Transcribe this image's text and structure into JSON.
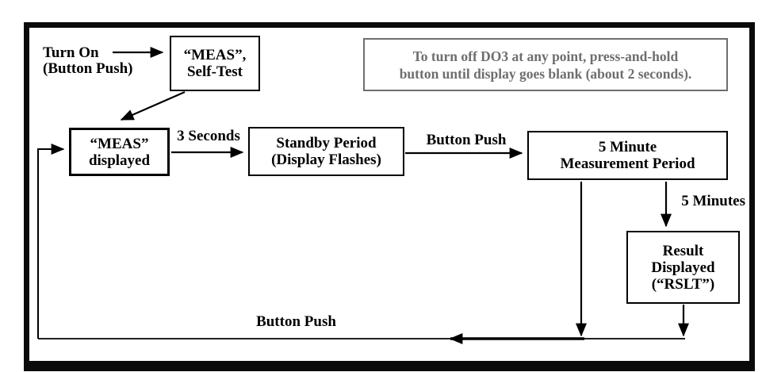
{
  "diagram": {
    "start_label": {
      "line1": "Turn On",
      "line2": "(Button Push)"
    },
    "note": {
      "line1": "To turn off DO3 at any point, press-and-hold",
      "line2": "button until display goes blank (about 2 seconds)."
    },
    "nodes": {
      "self_test": {
        "line1": "“MEAS”,",
        "line2": "Self-Test"
      },
      "meas_displayed": {
        "line1": "“MEAS”",
        "line2": "displayed"
      },
      "standby": {
        "line1": "Standby Period",
        "line2": "(Display Flashes)"
      },
      "measurement": {
        "line1": "5 Minute",
        "line2": "Measurement Period"
      },
      "result": {
        "line1": "Result",
        "line2": "Displayed",
        "line3": "(“RSLT”)"
      }
    },
    "edge_labels": {
      "three_seconds": "3 Seconds",
      "button_push_to_measure": "Button Push",
      "five_minutes": "5 Minutes",
      "button_push_return": "Button Push"
    },
    "colors": {
      "line": "#000000",
      "box_border": "#000000",
      "note_gray": "#6e6e6e",
      "background": "#ffffff"
    }
  }
}
